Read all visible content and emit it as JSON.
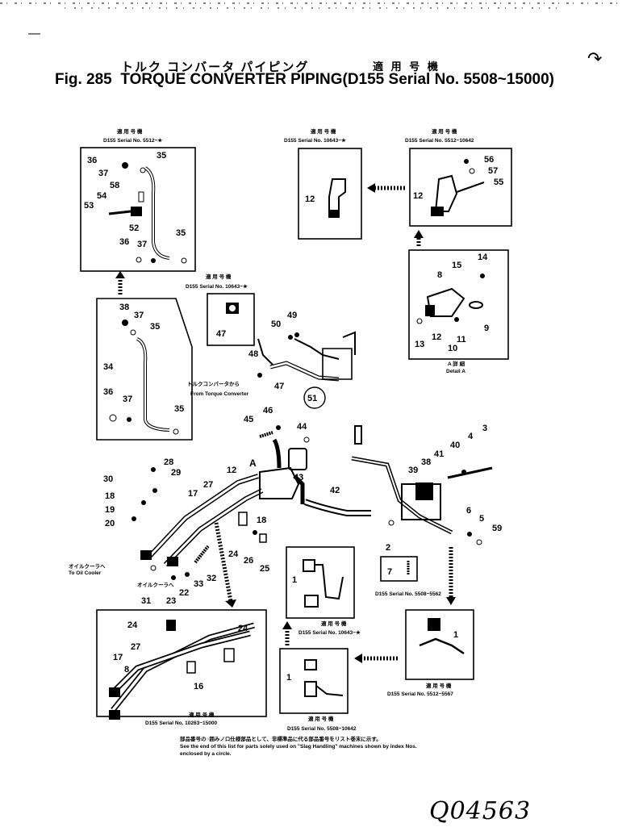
{
  "header": {
    "title_jp": "トルク コンバータ パイピング",
    "applicable_jp": "適 用 号 機",
    "fig_label": "Fig. 285",
    "title": "TORQUE CONVERTER PIPING",
    "model_range": "D155 Serial No. 5508~15000"
  },
  "insets": {
    "top_left": "D155 Serial No. 5512~★",
    "top_center_small": "D155 Serial No. 10643~★",
    "top_right_left": "D155 Serial No. 10643~★",
    "top_right_right": "D155 Serial No. 5512~10642",
    "detail_a_jp": "A 詳 細",
    "detail_a": "Detail A",
    "center_right_small": "D155 Serial No. 5508~5562",
    "center_bottom_upper": "D155 Serial No. 10643~★",
    "center_bottom_lower": "D155 Serial No. 5508~10642",
    "right_bottom": "D155 Serial No. 5512~5567",
    "bottom_left": "D155 Serial No. 10263~15000",
    "applicable_jp_small": "適 用 号 機"
  },
  "annotations": {
    "from_tc_jp": "トルクコンバータから",
    "from_tc": "From Torque Converter",
    "to_oil_cooler_jp": "オイルクーラヘ",
    "to_oil_cooler": "To Oil Cooler",
    "view_a": "A"
  },
  "part_numbers": {
    "p1": "1",
    "p2": "2",
    "p3": "3",
    "p4": "4",
    "p5": "5",
    "p6": "6",
    "p7": "7",
    "p8": "8",
    "p9": "9",
    "p10": "10",
    "p11": "11",
    "p12": "12",
    "p13": "13",
    "p14": "14",
    "p15": "15",
    "p16": "16",
    "p17": "17",
    "p18": "18",
    "p19": "19",
    "p20": "20",
    "p22": "22",
    "p23": "23",
    "p24": "24",
    "p25": "25",
    "p26": "26",
    "p27": "27",
    "p28": "28",
    "p29": "29",
    "p30": "30",
    "p31": "31",
    "p32": "32",
    "p33": "33",
    "p34": "34",
    "p35": "35",
    "p36": "36",
    "p37": "37",
    "p38": "38",
    "p39": "39",
    "p40": "40",
    "p41": "41",
    "p42": "42",
    "p43": "43",
    "p44": "44",
    "p45": "45",
    "p46": "46",
    "p47": "47",
    "p48": "48",
    "p49": "49",
    "p50": "50",
    "p51": "51",
    "p52": "52",
    "p53": "53",
    "p54": "54",
    "p55": "55",
    "p56": "56",
    "p57": "57",
    "p58": "58",
    "p59": "59"
  },
  "footnote": {
    "jp": "部品番号の○囲みノロ仕様部品として、非標準品に代る部品番号をリスト巻末に示す。",
    "en": "See the end of this list for parts solely used on \"Slag Handling\" machines shown by index Nos. enclosed by a circle."
  },
  "handwritten_code": "Q04563"
}
